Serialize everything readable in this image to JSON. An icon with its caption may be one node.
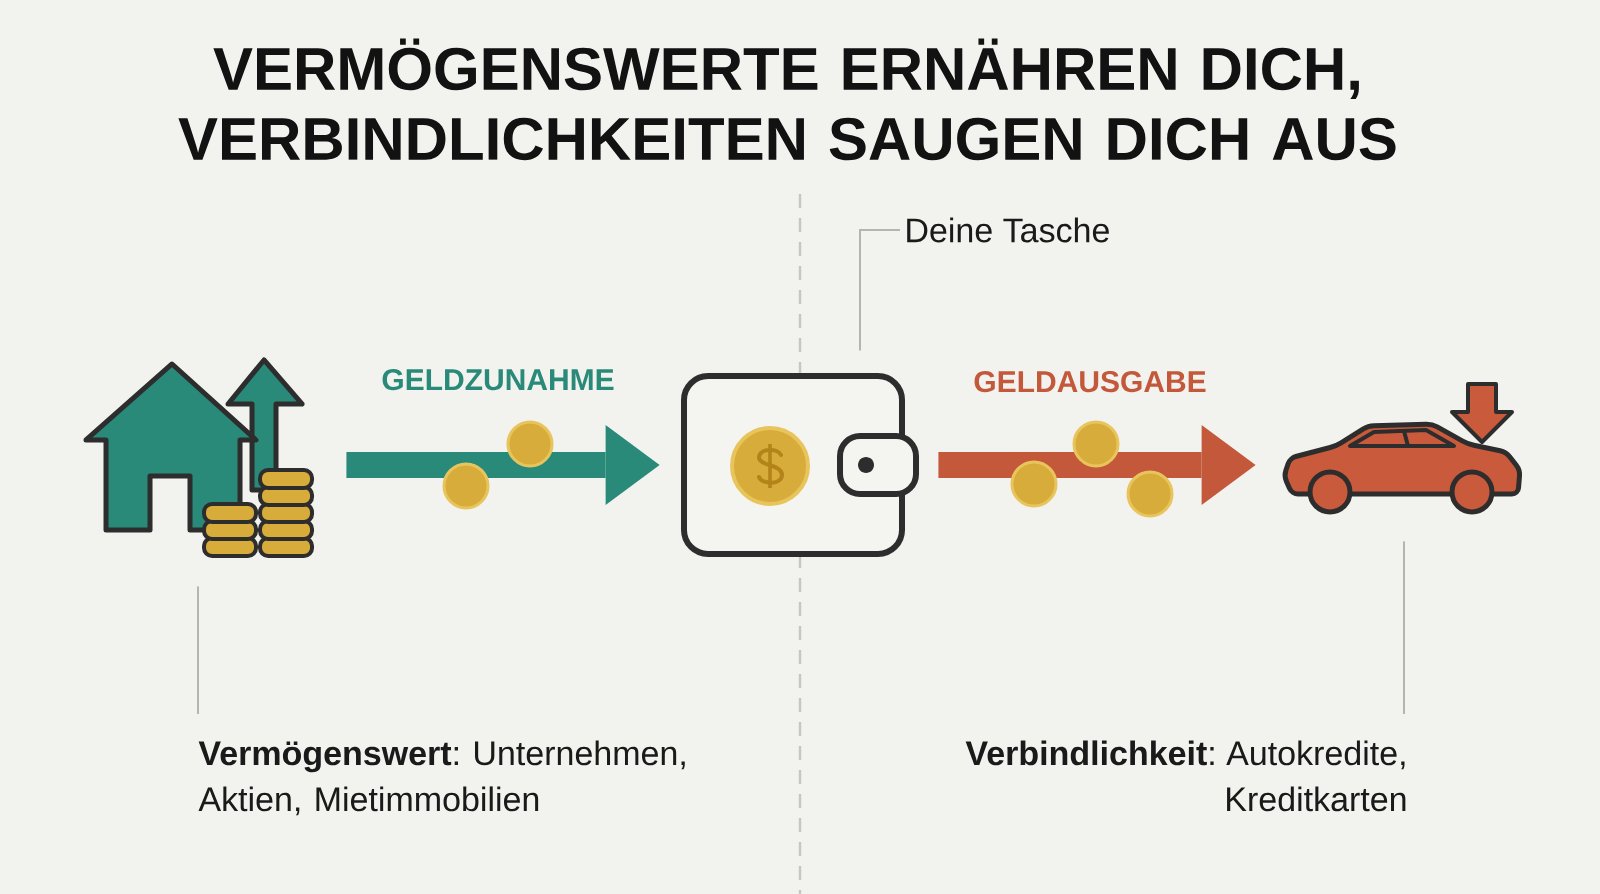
{
  "diagram": {
    "title": "VERMÖGENSWERTE ERNÄHREN DICH, VERBINDLICHKEITEN SAUGEN DICH AUS",
    "nodes": [
      {
        "text": [
          "Deine Tasche"
        ]
      },
      {
        "text": [],
        "shape": "picture"
      },
      {
        "text": [],
        "shape": "picture"
      },
      {
        "text": [],
        "shape": "picture"
      },
      {
        "text": [
          "**Vermögenswert**: Unternehmen, Aktien, Mietimmobilien"
        ]
      },
      {
        "text": [
          "**Verbindlichkeit**: Autokredite, Kreditkarten"
        ]
      }
    ],
    "edges": [
      {
        "from": 1,
        "to": 2,
        "arrow": "to",
        "label": "GELDZUNAHME",
        "style": "thick",
        "color": "#2A8A7A"
      },
      {
        "from": 2,
        "to": 3,
        "arrow": "to",
        "label": "GELDAUSGABE",
        "style": "thick",
        "color": "#C4583A"
      },
      {
        "from": 0,
        "to": 2,
        "arrow": "none"
      },
      {
        "from": 4,
        "to": 1,
        "arrow": "none"
      },
      {
        "from": 5,
        "to": 3,
        "arrow": "none"
      }
    ]
  }
}
